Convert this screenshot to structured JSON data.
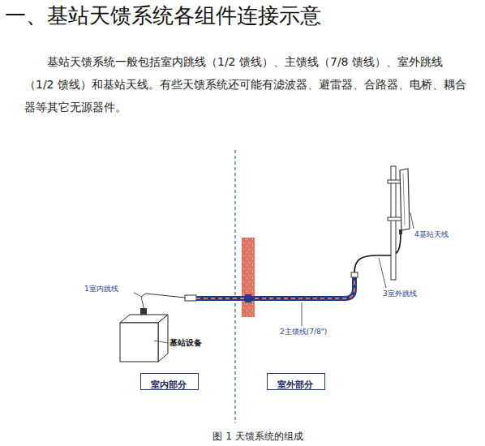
{
  "diagram": {
    "title": "一、基站天馈系统各组件连接示意",
    "caption": "图 1 天馈系统的组成",
    "nodes": [
      {
        "text": [
          "室内部分"
        ]
      },
      {
        "text": [
          "室外部分"
        ]
      }
    ],
    "labels": [
      "基站天馈系统一般包括室内跳线（1/2 馈线）、主馈线（7/8 馈线）、室外跳线（1/2 馈线）和基站天线。有些天馈系统还可能有滤波器、避雷器、合路器、电桥、耦合器等其它无源器件。",
      "1室内跳线",
      "基站设备",
      "2主馈线(7/8\")",
      "3室外跳线",
      "4基站天线"
    ]
  }
}
